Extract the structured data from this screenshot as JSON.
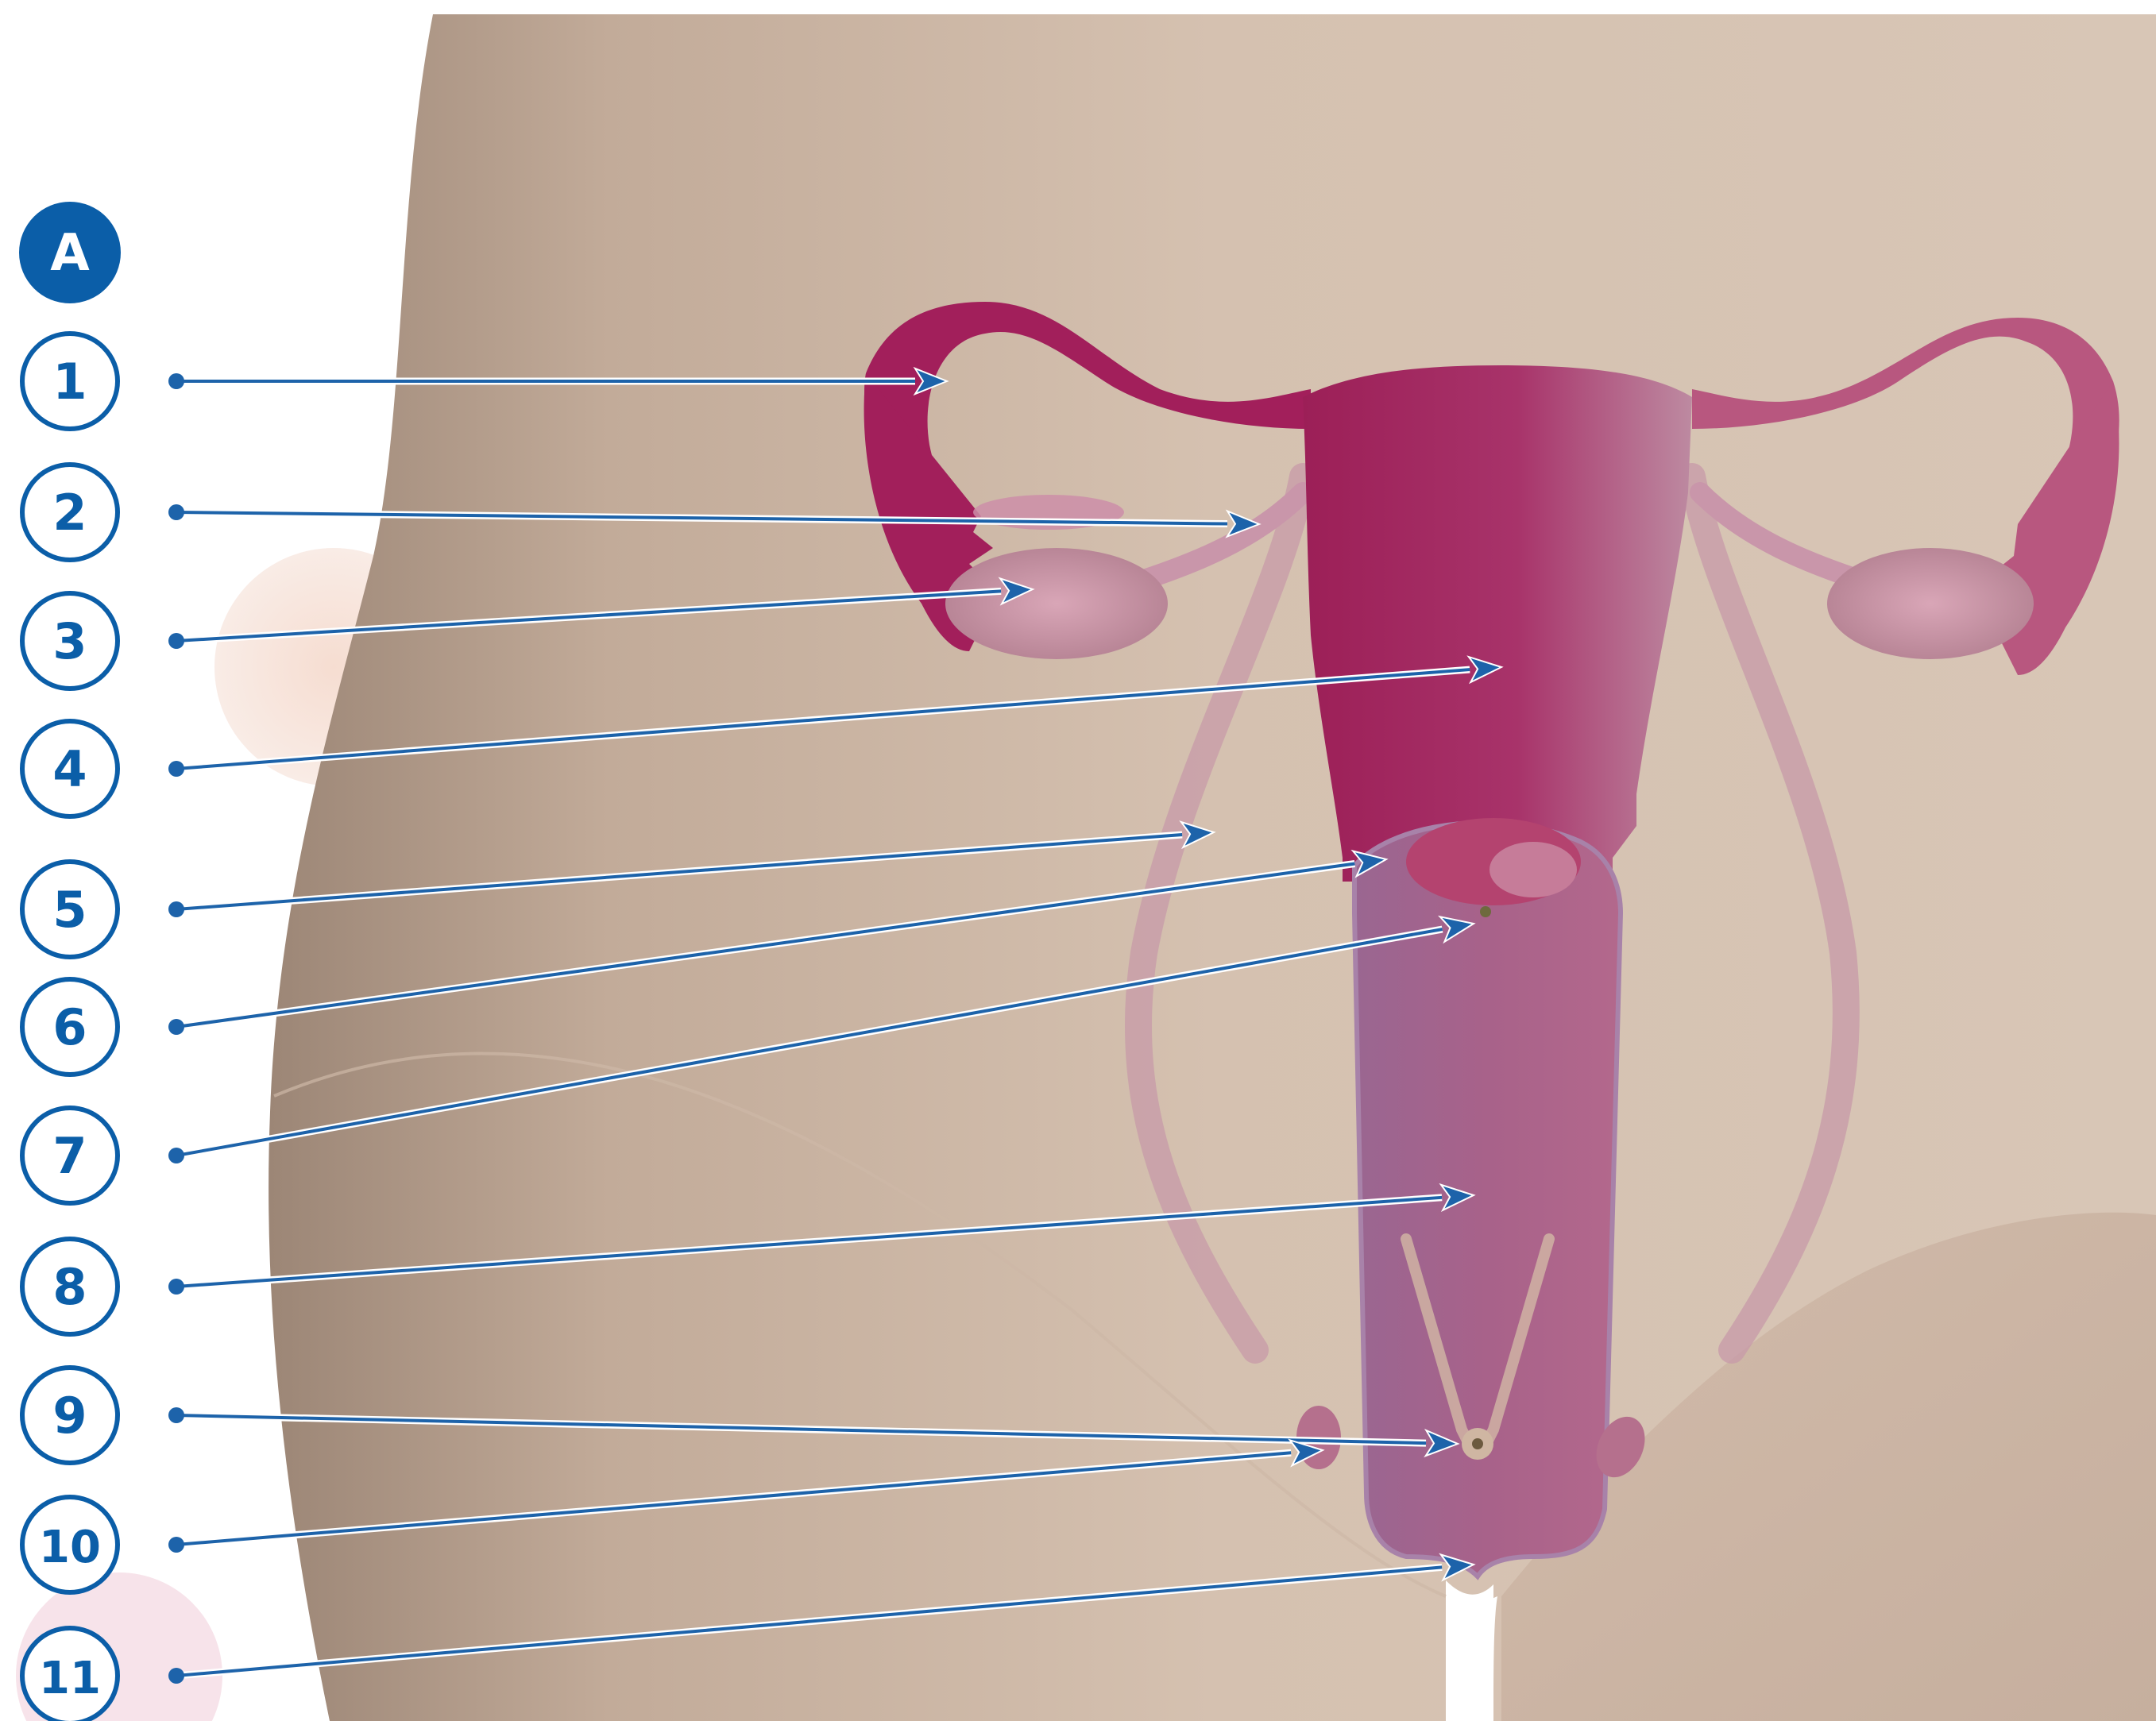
{
  "colors": {
    "badge_blue": "#0b5ea8",
    "leader_line": "#1d63aa",
    "skin_light": "#d6c3b3",
    "skin_dark": "#a48f7f",
    "uterus": "#a0285e",
    "uterus_light": "#b97a95",
    "vagina": "#a5607f",
    "background": "#ffffff"
  },
  "badge_header": "A",
  "labels": [
    {
      "id": "1",
      "text": "1"
    },
    {
      "id": "2",
      "text": "2"
    },
    {
      "id": "3",
      "text": "3"
    },
    {
      "id": "4",
      "text": "4"
    },
    {
      "id": "5",
      "text": "5"
    },
    {
      "id": "6",
      "text": "6"
    },
    {
      "id": "7",
      "text": "7"
    },
    {
      "id": "8",
      "text": "8"
    },
    {
      "id": "9",
      "text": "9"
    },
    {
      "id": "10",
      "text": "10"
    },
    {
      "id": "11",
      "text": "11"
    }
  ]
}
